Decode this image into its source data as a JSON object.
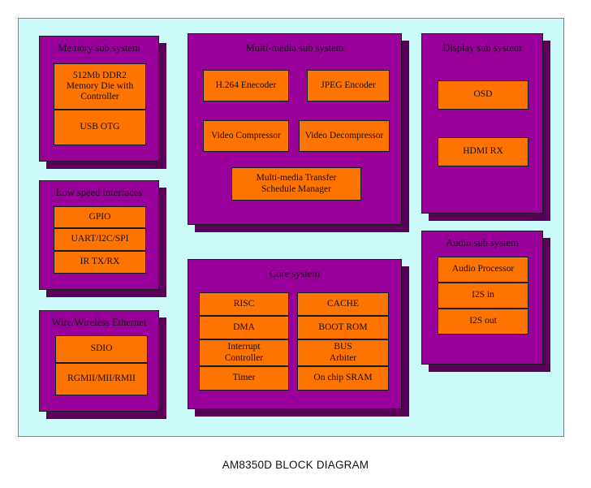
{
  "diagram": {
    "caption": "AM8350D BLOCK DIAGRAM",
    "colors": {
      "canvas_background": "#CCFAFA",
      "subsystem_fill": "#990099",
      "subsystem_shadow": "#590059",
      "block_fill": "#FF7300",
      "outline": "#1a1a1a",
      "text": "#111111"
    },
    "subsystems": [
      {
        "id": "memory",
        "title": "Memory sub system",
        "blocks": [
          {
            "id": "ddr2",
            "label": "512Mb DDR2\nMemory Die with\nController"
          },
          {
            "id": "usb-otg",
            "label": "USB OTG"
          }
        ]
      },
      {
        "id": "multimedia",
        "title": "Multi-media sub system",
        "blocks": [
          {
            "id": "h264-encoder",
            "label": "H.264 Enecoder"
          },
          {
            "id": "jpeg-encoder",
            "label": "JPEG Encoder"
          },
          {
            "id": "video-compressor",
            "label": "Video Compressor"
          },
          {
            "id": "video-decompressor",
            "label": "Video Decompressor"
          },
          {
            "id": "mm-transfer-schedule-manager",
            "label": "Multi-media  Transfer\nSchedule Manager"
          }
        ]
      },
      {
        "id": "display",
        "title": "Display sub system",
        "blocks": [
          {
            "id": "osd",
            "label": "OSD"
          },
          {
            "id": "hdmi-rx",
            "label": "HDMI RX"
          }
        ]
      },
      {
        "id": "low-speed-interfaces",
        "title": "Low speed interfaces",
        "blocks": [
          {
            "id": "gpio",
            "label": "GPIO"
          },
          {
            "id": "uart-i2c-spi",
            "label": "UART/I2C/SPI"
          },
          {
            "id": "ir-tx-rx",
            "label": "IR TX/RX"
          }
        ]
      },
      {
        "id": "ethernet",
        "title": "Wire/Wireless Ethernet",
        "blocks": [
          {
            "id": "sdio",
            "label": "SDIO"
          },
          {
            "id": "rgmii-mii-rmii",
            "label": "RGMII/MII/RMII"
          }
        ]
      },
      {
        "id": "core",
        "title": "Core system",
        "blocks": [
          {
            "id": "risc",
            "label": "RISC"
          },
          {
            "id": "cache",
            "label": "CACHE"
          },
          {
            "id": "dma",
            "label": "DMA"
          },
          {
            "id": "boot-rom",
            "label": "BOOT ROM"
          },
          {
            "id": "interrupt-controller",
            "label": "Interrupt\nController"
          },
          {
            "id": "bus-arbiter",
            "label": "BUS\nArbiter"
          },
          {
            "id": "timer",
            "label": "Timer"
          },
          {
            "id": "on-chip-sram",
            "label": "On chip SRAM"
          }
        ]
      },
      {
        "id": "audio",
        "title": "Audio sub system",
        "blocks": [
          {
            "id": "audio-processor",
            "label": "Audio Processor"
          },
          {
            "id": "i2s-in",
            "label": "I2S in"
          },
          {
            "id": "i2s-out",
            "label": "I2S out"
          }
        ]
      }
    ]
  }
}
